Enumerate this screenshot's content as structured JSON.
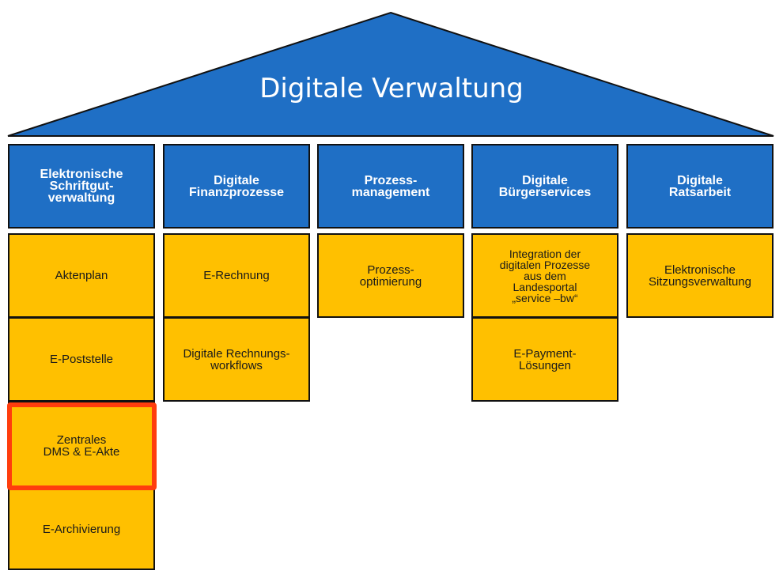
{
  "roof": {
    "title": "Digitale Verwaltung",
    "fill": "#1f6fc5"
  },
  "pillars": [
    {
      "label": "Elektronische\nSchriftgut-\nverwaltung"
    },
    {
      "label": "Digitale\nFinanzprozesse"
    },
    {
      "label": "Prozess-\nmanagement"
    },
    {
      "label": "Digitale\nBürgerservices"
    },
    {
      "label": "Digitale\nRatsarbeit"
    }
  ],
  "subs": {
    "col1": [
      "Aktenplan",
      "E-Poststelle",
      "Zentrales\nDMS & E-Akte",
      "E-Archivierung"
    ],
    "col2": [
      "E-Rechnung",
      "Digitale Rechnungs-\nworkflows"
    ],
    "col3": [
      "Prozess-\noptimierung"
    ],
    "col4": [
      "Integration der\ndigitalen Prozesse\naus dem\nLandesportal\n„service –bw“",
      "E-Payment-\nLösungen"
    ],
    "col5": [
      "Elektronische\nSitzungsverwaltung"
    ]
  },
  "colors": {
    "pillar": "#1f6fc5",
    "sub": "#ffc000",
    "highlight": "#ff3d0d"
  },
  "highlighted_item": "Zentrales\nDMS & E-Akte"
}
